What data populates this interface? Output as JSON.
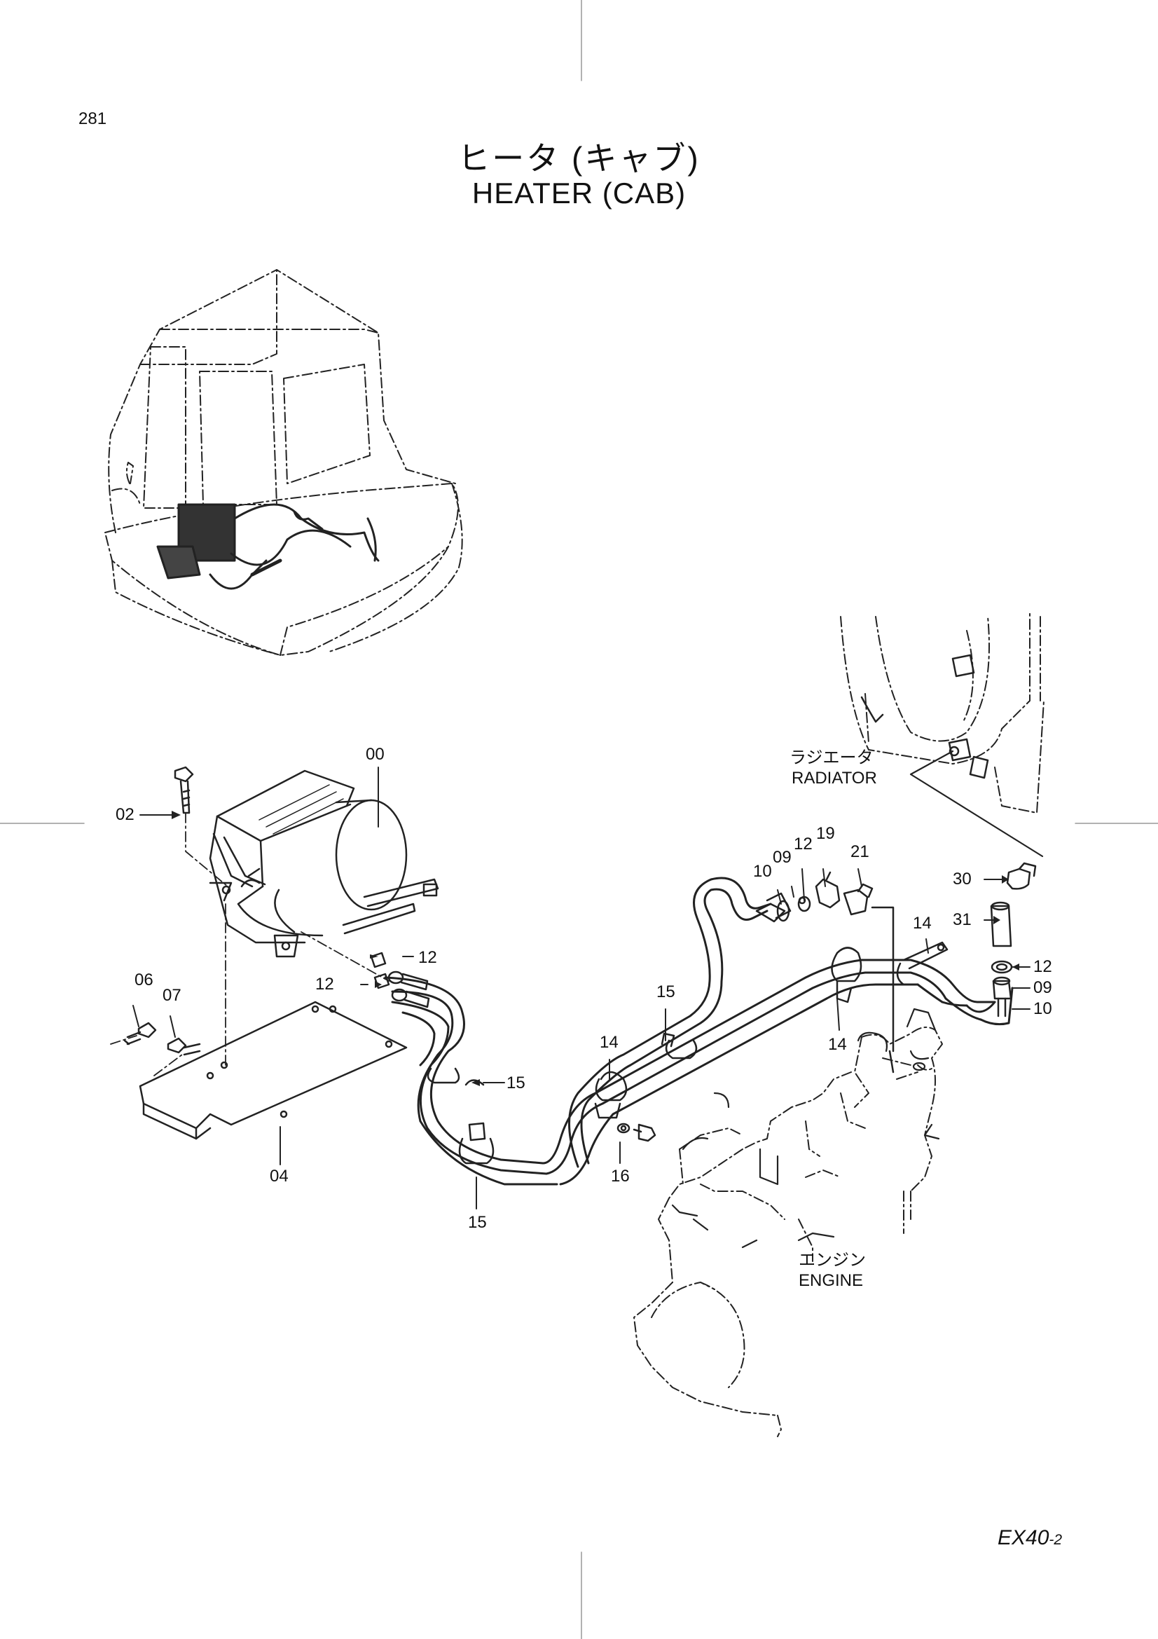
{
  "page_number": "281",
  "title": {
    "jp": "ヒータ (キャブ)",
    "en": "HEATER (CAB)"
  },
  "labels": {
    "radiator_jp": "ラジエータ",
    "radiator_en": "RADIATOR",
    "engine_jp": "エンジン",
    "engine_en": "ENGINE"
  },
  "callouts": {
    "c00": "00",
    "c02": "02",
    "c04": "04",
    "c06": "06",
    "c07": "07",
    "c12a": "12",
    "c12b": "12",
    "c15a": "15",
    "c15b": "15",
    "c15c": "15",
    "c14a": "14",
    "c14b": "14",
    "c14c": "14",
    "c16": "16",
    "c10a": "10",
    "c09a": "09",
    "c12c": "12",
    "c19": "19",
    "c21": "21",
    "c30": "30",
    "c31": "31",
    "c12d": "12",
    "c09b": "09",
    "c10b": "10"
  },
  "footer": {
    "model": "EX40",
    "suffix": "-2"
  }
}
